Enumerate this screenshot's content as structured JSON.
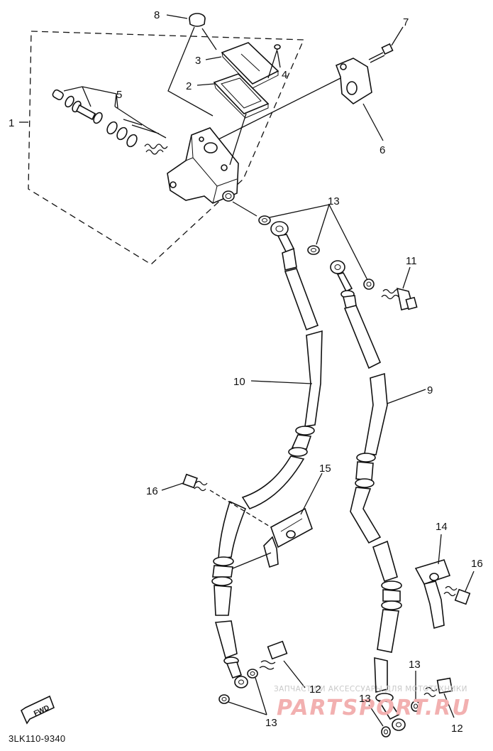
{
  "callouts": {
    "c1": "1",
    "c2": "2",
    "c3": "3",
    "c4": "4",
    "c5": "5",
    "c6": "6",
    "c7": "7",
    "c8": "8",
    "c9": "9",
    "c10": "10",
    "c11": "11",
    "c12a": "12",
    "c12b": "12",
    "c13a": "13",
    "c13b": "13",
    "c13c": "13",
    "c13d": "13",
    "c14": "14",
    "c15": "15",
    "c16a": "16",
    "c16b": "16"
  },
  "part_code": "3LK110-9340",
  "fwd_label": "FWD",
  "watermark": {
    "caption": "ЗАПЧАСТИ И АКСЕССУАРЫ ДЛЯ МОТОТЕХНИКИ",
    "site": "PARTSPORT.RU"
  },
  "colors": {
    "lines": "#111111",
    "watermark": "#f2b0b0"
  }
}
